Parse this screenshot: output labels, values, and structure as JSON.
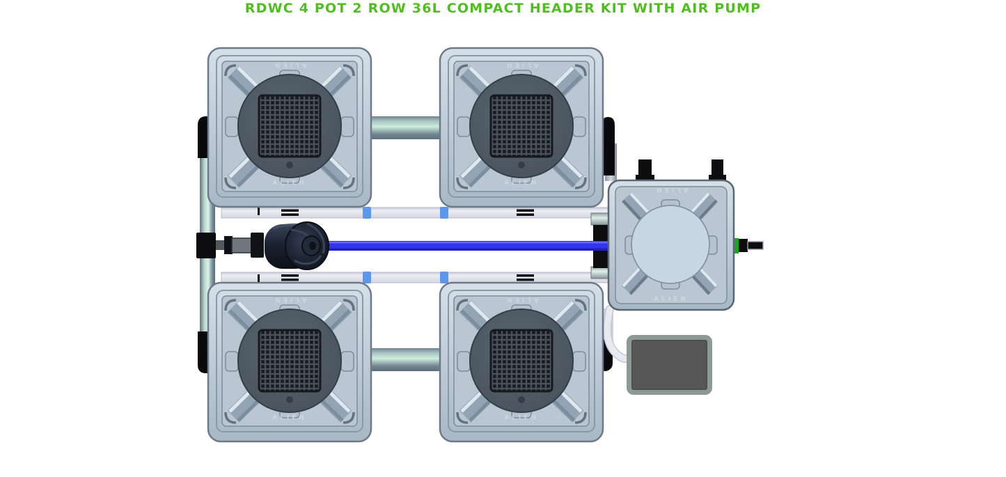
{
  "title": {
    "text": "RDWC 4 POT 2 ROW 36L COMPACT HEADER KIT WITH AIR PUMP"
  },
  "brand_label": "ALIEN",
  "system": {
    "pot_count": 4,
    "row_count": 2,
    "pot_volume": "36L",
    "kit_type": "COMPACT HEADER KIT",
    "includes_air_pump": true
  },
  "colors": {
    "title_green": "#4fbf1f",
    "water_tube_blue": "#3434ee",
    "clip_blue": "#5b97ea",
    "valve_green": "#1ea51e",
    "air_pump_border": "#8d9995",
    "air_pump_body": "#575757"
  }
}
